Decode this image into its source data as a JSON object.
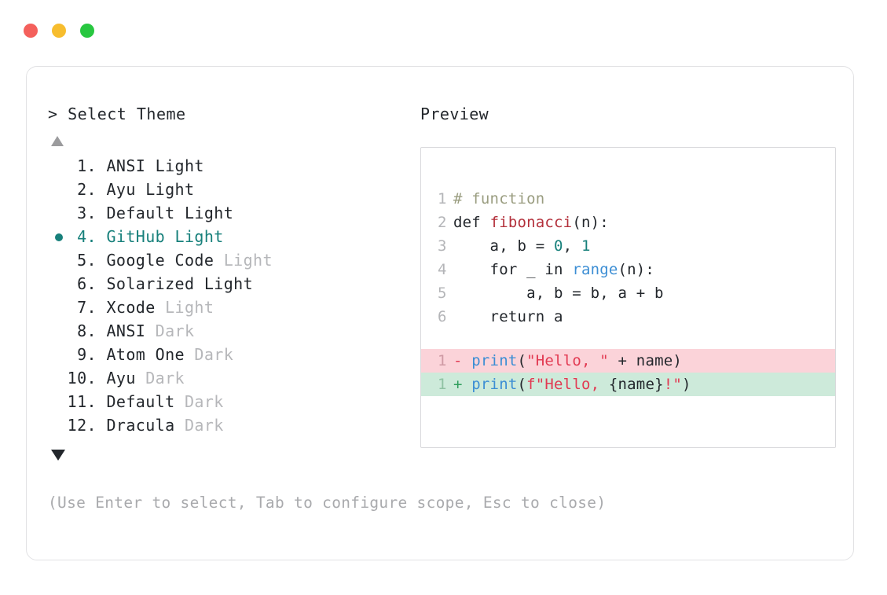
{
  "window": {
    "dots": [
      {
        "name": "close",
        "color": "#f4605c"
      },
      {
        "name": "minimize",
        "color": "#f7bd2e"
      },
      {
        "name": "maximize",
        "color": "#28c740"
      }
    ]
  },
  "selector": {
    "prompt": "> Select Theme",
    "scroll_up_indicator": "▲",
    "scroll_down_indicator": "▼",
    "selected_index": 4,
    "items": [
      {
        "index": "1.",
        "name": "ANSI",
        "variant": "Light",
        "variant_dim": false,
        "selected": false
      },
      {
        "index": "2.",
        "name": "Ayu",
        "variant": "Light",
        "variant_dim": false,
        "selected": false
      },
      {
        "index": "3.",
        "name": "Default",
        "variant": "Light",
        "variant_dim": false,
        "selected": false
      },
      {
        "index": "4.",
        "name": "GitHub",
        "variant": "Light",
        "variant_dim": false,
        "selected": true
      },
      {
        "index": "5.",
        "name": "Google Code",
        "variant": "Light",
        "variant_dim": true,
        "selected": false
      },
      {
        "index": "6.",
        "name": "Solarized",
        "variant": "Light",
        "variant_dim": false,
        "selected": false
      },
      {
        "index": "7.",
        "name": "Xcode",
        "variant": "Light",
        "variant_dim": true,
        "selected": false
      },
      {
        "index": "8.",
        "name": "ANSI",
        "variant": "Dark",
        "variant_dim": true,
        "selected": false
      },
      {
        "index": "9.",
        "name": "Atom One",
        "variant": "Dark",
        "variant_dim": true,
        "selected": false
      },
      {
        "index": "10.",
        "name": "Ayu",
        "variant": "Dark",
        "variant_dim": true,
        "selected": false
      },
      {
        "index": "11.",
        "name": "Default",
        "variant": "Dark",
        "variant_dim": true,
        "selected": false
      },
      {
        "index": "12.",
        "name": "Dracula",
        "variant": "Dark",
        "variant_dim": true,
        "selected": false
      }
    ],
    "footer_hint": "(Use Enter to select, Tab to configure scope, Esc to close)"
  },
  "preview": {
    "label": "Preview",
    "code_lines": [
      {
        "num": "1",
        "tokens": [
          {
            "t": "# function",
            "c": "comment"
          }
        ]
      },
      {
        "num": "2",
        "tokens": [
          {
            "t": "def ",
            "c": "plain"
          },
          {
            "t": "fibonacci",
            "c": "func"
          },
          {
            "t": "(n):",
            "c": "plain"
          }
        ]
      },
      {
        "num": "3",
        "tokens": [
          {
            "t": "    a, b = ",
            "c": "plain"
          },
          {
            "t": "0",
            "c": "num"
          },
          {
            "t": ", ",
            "c": "plain"
          },
          {
            "t": "1",
            "c": "num"
          }
        ]
      },
      {
        "num": "4",
        "tokens": [
          {
            "t": "    for _ in ",
            "c": "plain"
          },
          {
            "t": "range",
            "c": "builtin"
          },
          {
            "t": "(n):",
            "c": "plain"
          }
        ]
      },
      {
        "num": "5",
        "tokens": [
          {
            "t": "        a, b = b, a + b",
            "c": "plain"
          }
        ]
      },
      {
        "num": "6",
        "tokens": [
          {
            "t": "    return a",
            "c": "plain"
          }
        ]
      }
    ],
    "diff_lines": [
      {
        "num": "1",
        "kind": "del",
        "sign": "-",
        "tokens": [
          {
            "t": "print",
            "c": "builtin"
          },
          {
            "t": "(",
            "c": "plain"
          },
          {
            "t": "\"Hello, \"",
            "c": "str"
          },
          {
            "t": " + name)",
            "c": "plain"
          }
        ]
      },
      {
        "num": "1",
        "kind": "add",
        "sign": "+",
        "tokens": [
          {
            "t": "print",
            "c": "builtin"
          },
          {
            "t": "(",
            "c": "plain"
          },
          {
            "t": "f\"Hello, ",
            "c": "str"
          },
          {
            "t": "{name}",
            "c": "plain"
          },
          {
            "t": "!\"",
            "c": "str"
          },
          {
            "t": ")",
            "c": "plain"
          }
        ]
      }
    ]
  }
}
